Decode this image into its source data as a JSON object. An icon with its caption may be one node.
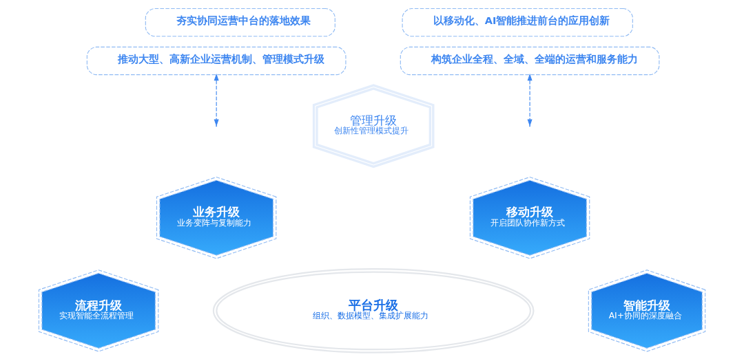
{
  "diagram": {
    "nodes": [
      {
        "text": [
          "夯实协同运营中台的落地效果"
        ]
      },
      {
        "text": [
          "推动大型、高新企业运营机制、管理模式升级"
        ]
      },
      {
        "text": [
          "以移动化、AI智能推进前台的应用创新"
        ]
      },
      {
        "text": [
          "构筑企业全程、全域、全端的运营和服务能力"
        ]
      },
      {
        "text": [
          "流程升级",
          "实现智能全流程管理"
        ]
      },
      {
        "text": [
          "业务升级",
          "业务变阵与复制能力"
        ]
      },
      {
        "text": [
          "管理升级",
          "创新性管理模式提升"
        ]
      },
      {
        "text": [
          "移动升级",
          "开启团队协作新方式"
        ]
      },
      {
        "text": [
          "智能升级",
          "AI+协同的深度融合"
        ]
      },
      {
        "text": [
          "平台升级",
          "组织、数据模型、集成扩展能力"
        ]
      }
    ],
    "edges": [
      {
        "from": 1,
        "to": null,
        "arrow": "both",
        "style": "dashed"
      },
      {
        "from": 3,
        "to": null,
        "arrow": "both",
        "style": "dashed"
      }
    ]
  }
}
